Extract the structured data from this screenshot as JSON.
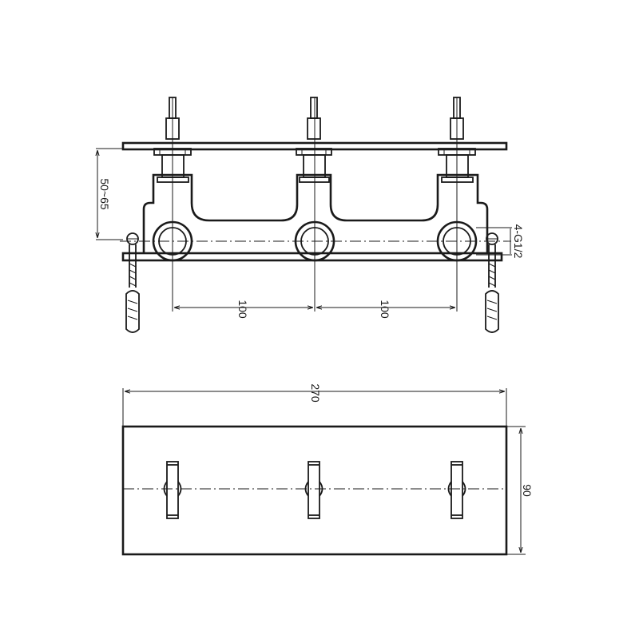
{
  "drawing": {
    "line_color": "#1a1a1a",
    "background": "#ffffff",
    "dimensions": {
      "depth_range": "50~65",
      "spacing_left": "100",
      "spacing_right": "100",
      "connections": "4-G1/2",
      "total_width": "270",
      "plate_height": "90"
    }
  }
}
